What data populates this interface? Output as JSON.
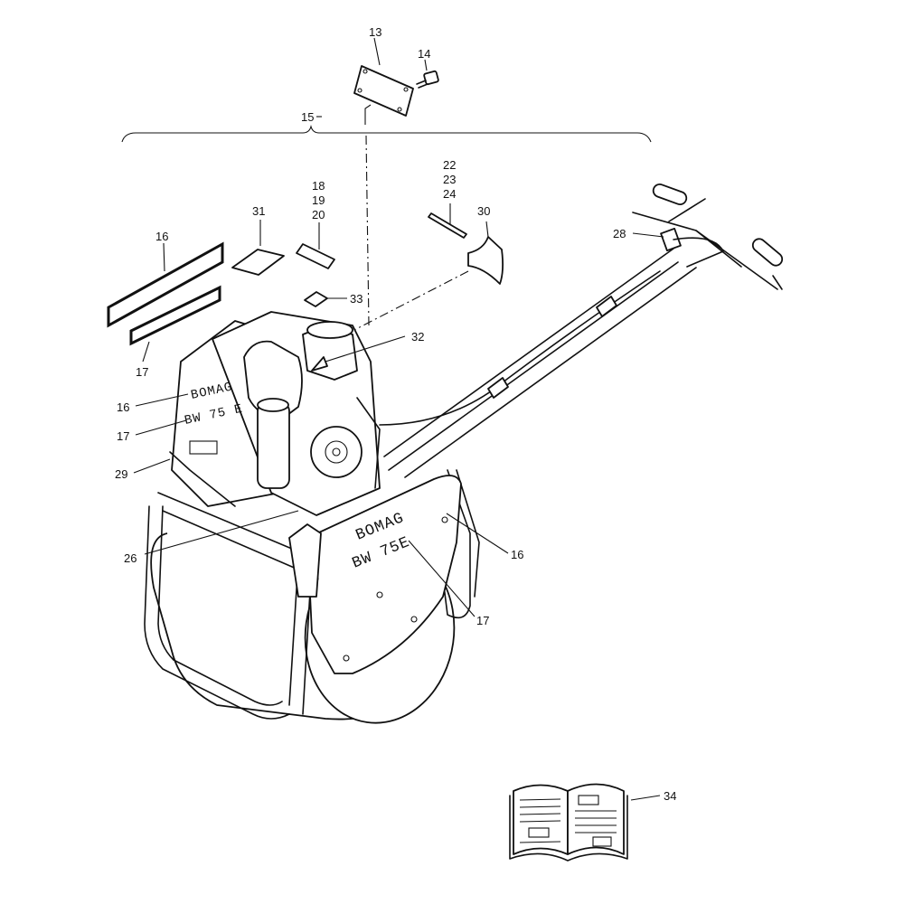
{
  "callouts": {
    "c13": "13",
    "c14": "14",
    "c15": "15",
    "c18": "18",
    "c19": "19",
    "c20": "20",
    "c22": "22",
    "c23": "23",
    "c24": "24",
    "c30": "30",
    "c31": "31",
    "c16a": "16",
    "c28": "28",
    "c33": "33",
    "c17a": "17",
    "c32": "32",
    "c16b": "16",
    "c17b": "17",
    "c29": "29",
    "c26": "26",
    "c16c": "16",
    "c17c": "17",
    "c34": "34"
  },
  "decals": {
    "side_brand": "BOMAG",
    "side_model": "BW 75 E",
    "front_brand": "BOMAG",
    "front_model": "BW 75E"
  },
  "icons": {
    "manual": "open-book-icon"
  }
}
